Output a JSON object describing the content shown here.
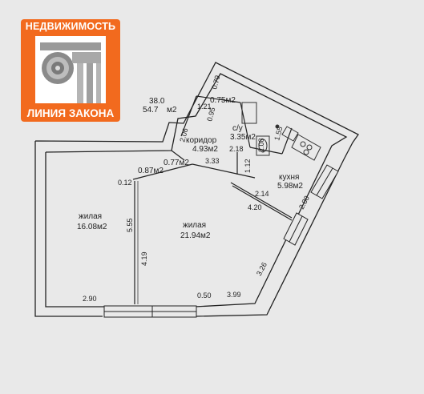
{
  "logo": {
    "title": "НЕДВИЖИМОСТЬ",
    "subtitle": "ЛИНИЯ ЗАКОНА",
    "icon": "ionic-column-icon",
    "color": "#f26a1e"
  },
  "totals": {
    "living": "38.0",
    "total": "54.7",
    "unit": "м2"
  },
  "rooms": {
    "living1": {
      "name": "жилая",
      "area": "16.08м2"
    },
    "living2": {
      "name": "жилая",
      "area": "21.94м2"
    },
    "corridor": {
      "name": "коридор",
      "area": "4.93м2"
    },
    "bathroom": {
      "name": "с/у",
      "area": "3.35м2"
    },
    "kitchen": {
      "name": "кухня",
      "area": "5.98м2"
    },
    "closet1": {
      "area": "0.75м2"
    },
    "closet2": {
      "area": "0.87м2"
    },
    "closet3": {
      "area": "0.77м2"
    }
  },
  "dimensions": {
    "d_2_90": "2.90",
    "d_0_50": "0.50",
    "d_3_99": "3.99",
    "d_3_26": "3.26",
    "d_2_80": "2.80",
    "d_4_20": "4.20",
    "d_2_14": "2.14",
    "d_1_12": "1.12",
    "d_3_33": "3.33",
    "d_2_18": "2.18",
    "d_2_06": "2.06",
    "d_2_08": "2.08",
    "d_1_55": "1.55",
    "d_0_95": "0.95",
    "d_1_21": "1.21",
    "d_0_79": "0.79",
    "d_0_12": "0.12",
    "d_5_55": "5.55",
    "d_4_19": "4.19"
  }
}
